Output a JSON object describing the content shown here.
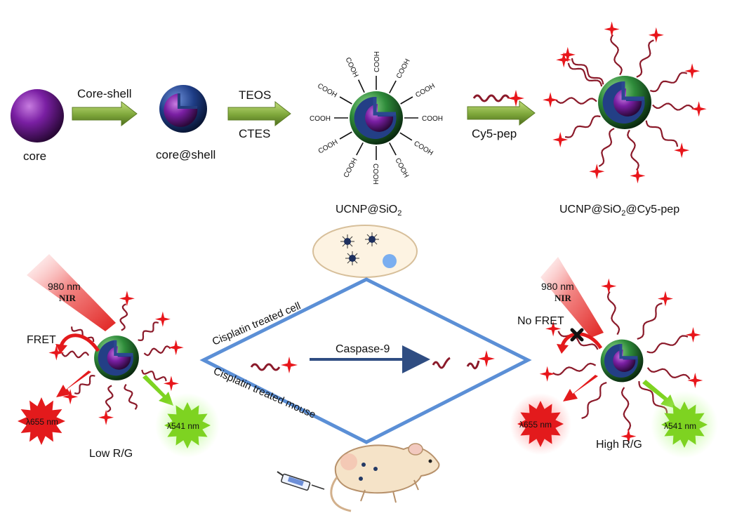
{
  "top_row": {
    "core_label": "core",
    "arrow1_label": "Core-shell",
    "core_shell_label": "core@shell",
    "arrow2_label_top": "TEOS",
    "arrow2_label_bottom": "CTES",
    "silica_label_main": "UCNP@SiO",
    "silica_label_sub": "2",
    "cooh": "COOH",
    "arrow3_label": "Cy5-pep",
    "final_label_a": "UCNP@SiO",
    "final_label_sub": "2",
    "final_label_b": "@Cy5-pep"
  },
  "left_panel": {
    "laser_wavelength": "980 nm",
    "laser_type": "NIR",
    "fret_label": "FRET",
    "red_emission": "λ655 nm",
    "green_emission": "λ541 nm",
    "ratio_label": "Low  R/G"
  },
  "center_panel": {
    "upper_edge_label": "Cisplatin treated cell",
    "lower_edge_label": "Cisplatin treated mouse",
    "enzyme_label": "Caspase-9"
  },
  "right_panel": {
    "laser_wavelength": "980 nm",
    "laser_type": "NIR",
    "no_fret_label": "No FRET",
    "red_emission": "λ655 nm",
    "green_emission": "λ541 nm",
    "ratio_label": "High R/G"
  },
  "colors": {
    "arrow_green": "#8db543",
    "sphere_green": "#2e8b3a",
    "core_purple": "#8a2ab0",
    "shell_blue": "#1d3f8a",
    "peptide": "#8b1a2a",
    "dye_red": "#e8161b",
    "diamond_blue": "#5b8fd6",
    "emit_red": "#e31a1c",
    "emit_green": "#7ed321"
  }
}
